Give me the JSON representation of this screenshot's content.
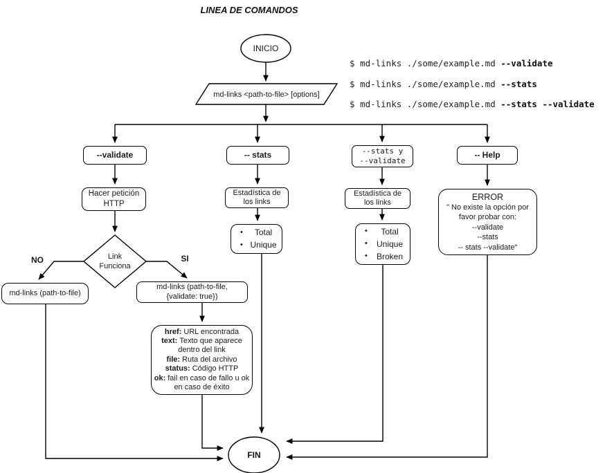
{
  "title": "LINEA DE COMANDOS",
  "colors": {
    "stroke": "#000000",
    "background": "#ffffff",
    "text": "#1a1a1a"
  },
  "terminals": {
    "start": "INICIO",
    "end": "FIN"
  },
  "input_shape": {
    "text": "md-links <path-to-file> [options]"
  },
  "terminal_examples": [
    {
      "prefix": "$ md-links ./some/example.md ",
      "flags": "--validate"
    },
    {
      "prefix": "$ md-links ./some/example.md ",
      "flags": "--stats"
    },
    {
      "prefix": "$ md-links ./some/example.md ",
      "flags": "--stats --validate"
    }
  ],
  "branch_validate": {
    "label": "--validate",
    "step": {
      "line1": "Hacer petición",
      "line2": "HTTP"
    },
    "decision": {
      "line1": "Link",
      "line2": "Funciona"
    },
    "no_label": "NO",
    "si_label": "SI",
    "no_result": "md-links (path-to-file)",
    "si_call": {
      "line1": "md-links (path-to-file,",
      "line2": "{validate: true})"
    },
    "result": {
      "entries": [
        {
          "key": "href:",
          "value": "URL encontrada"
        },
        {
          "key": "text:",
          "value": "Texto que aparece dentro del link"
        },
        {
          "key": "file:",
          "value": "Ruta del archivo"
        },
        {
          "key": "status:",
          "value": "Código HTTP"
        },
        {
          "key": "ok:",
          "value": "fail en caso de fallo u ok en caso de éxito"
        }
      ]
    }
  },
  "branch_stats": {
    "label": "-- stats",
    "step": {
      "line1": "Estadística de",
      "line2": "los links"
    },
    "bullet": "•",
    "list": [
      "Total",
      "Unique"
    ]
  },
  "branch_stats_validate": {
    "label": {
      "line1": "--stats y",
      "line2": "--validate"
    },
    "step": {
      "line1": "Estadística de",
      "line2": "los links"
    },
    "bullet": "•",
    "list": [
      "Total",
      "Unique",
      "Broken"
    ]
  },
  "branch_help": {
    "label": "-- Help",
    "error": {
      "title": "ERROR",
      "lines": [
        "\" No existe la opción por",
        "favor probar con:",
        "--validate",
        "--stats",
        "-- stats --validate\""
      ]
    }
  }
}
